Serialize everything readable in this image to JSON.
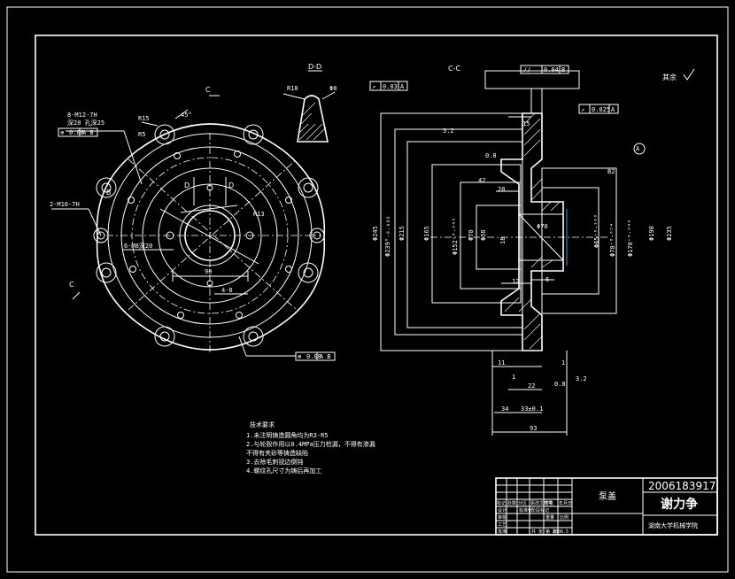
{
  "colors": {
    "background": "#000000",
    "line": "#ffffff",
    "accent": "#3399cc"
  },
  "views": {
    "section_cc": "C-C",
    "section_dd": "D-D",
    "cut_c": "C"
  },
  "left_view": {
    "labels": {
      "thread_8": "8-M12-7H",
      "thread_8_note": "深20 孔深25",
      "thread_2": "2-M16-7H",
      "thread_6": "6-M8深20",
      "r15": "R15",
      "r5": "R5",
      "r13": "R13",
      "cut_d": "D",
      "dim_90": "90",
      "dim_48": "4-8",
      "sym_b": "B",
      "angle_45": "45°"
    },
    "tolerances": [
      {
        "sym": "⊕",
        "value": "0.08",
        "datum": "A B"
      },
      {
        "sym": "⊕",
        "value": "0.08",
        "datum": "A B"
      }
    ]
  },
  "dd_section": {
    "r18": "R18",
    "phi8": "Φ8"
  },
  "right_view": {
    "frames": [
      {
        "sym": "//",
        "value": "0.04",
        "datum": "B"
      },
      {
        "sym": "↗",
        "value": "0.03",
        "datum": "A"
      },
      {
        "sym": "↗",
        "value": "0.025",
        "datum": "A"
      }
    ],
    "dims_v": [
      "Φ245",
      "Φ239⁰₋₀.₀₄₆",
      "Φ215",
      "Φ165",
      "Φ152⁺⁰·⁰⁴⁰",
      "Φ70",
      "Φ58",
      "18",
      "Φ65⁺⁰·¹⁶⁰",
      "Φ70⁺⁰·⁰⁵⁴",
      "Φ170⁺⁰·⁰⁴⁰",
      "Φ190",
      "Φ235"
    ],
    "dims_h": [
      "15",
      "20",
      "12",
      "6",
      "11",
      "1",
      "1",
      "22",
      "34",
      "33±0.1",
      "93",
      "Φ70"
    ],
    "misc": [
      "3.2",
      "0.8",
      "A",
      "42",
      "B2",
      "0.8",
      "3.2"
    ],
    "surface_note": "其余"
  },
  "tech_req": {
    "title": "技术要求",
    "lines": [
      "1.未注明铸造圆角均为R3-R5",
      "2.与轮毂作用以0.4MPa压力检漏，不得有渗漏",
      "不得有夹砂等铸造缺陷",
      "3.去除毛刺锐边倒钝",
      "4.螺纹孔尺寸为铸后再加工"
    ]
  },
  "title_block": {
    "part_name": "泵盖",
    "student_id": "2006183917",
    "author": "谢力争",
    "school": "湖南大学机械学院",
    "row_labels": [
      "标记",
      "处数",
      "分区",
      "更改文件号",
      "签名",
      "年月日"
    ],
    "role_labels": [
      "设计",
      "审核",
      "工艺",
      "批准"
    ],
    "small_fields": [
      "标准化",
      "阶段标记",
      "重量",
      "比例",
      "共 张",
      "第 张"
    ],
    "date": "2006.5"
  }
}
